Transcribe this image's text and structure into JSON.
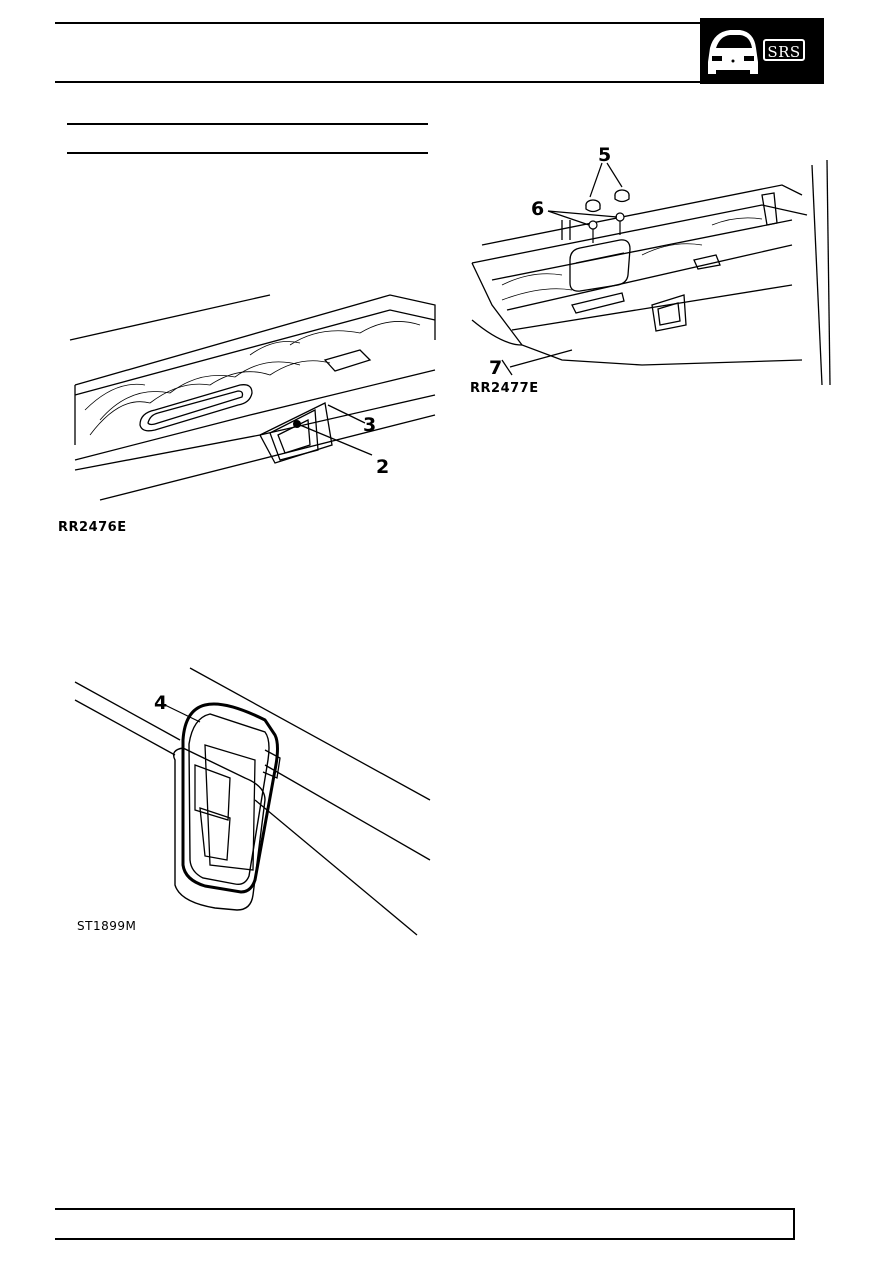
{
  "header": {
    "badge_label": "SRS",
    "badge_icon": "car-front-icon",
    "badge_color": "#000000"
  },
  "figures": [
    {
      "code": "RR2476E",
      "callouts": [
        "3",
        "2"
      ]
    },
    {
      "code": "RR2477E",
      "callouts": [
        "5",
        "6",
        "7"
      ]
    },
    {
      "code": "ST1899M",
      "callouts": [
        "4"
      ]
    }
  ]
}
